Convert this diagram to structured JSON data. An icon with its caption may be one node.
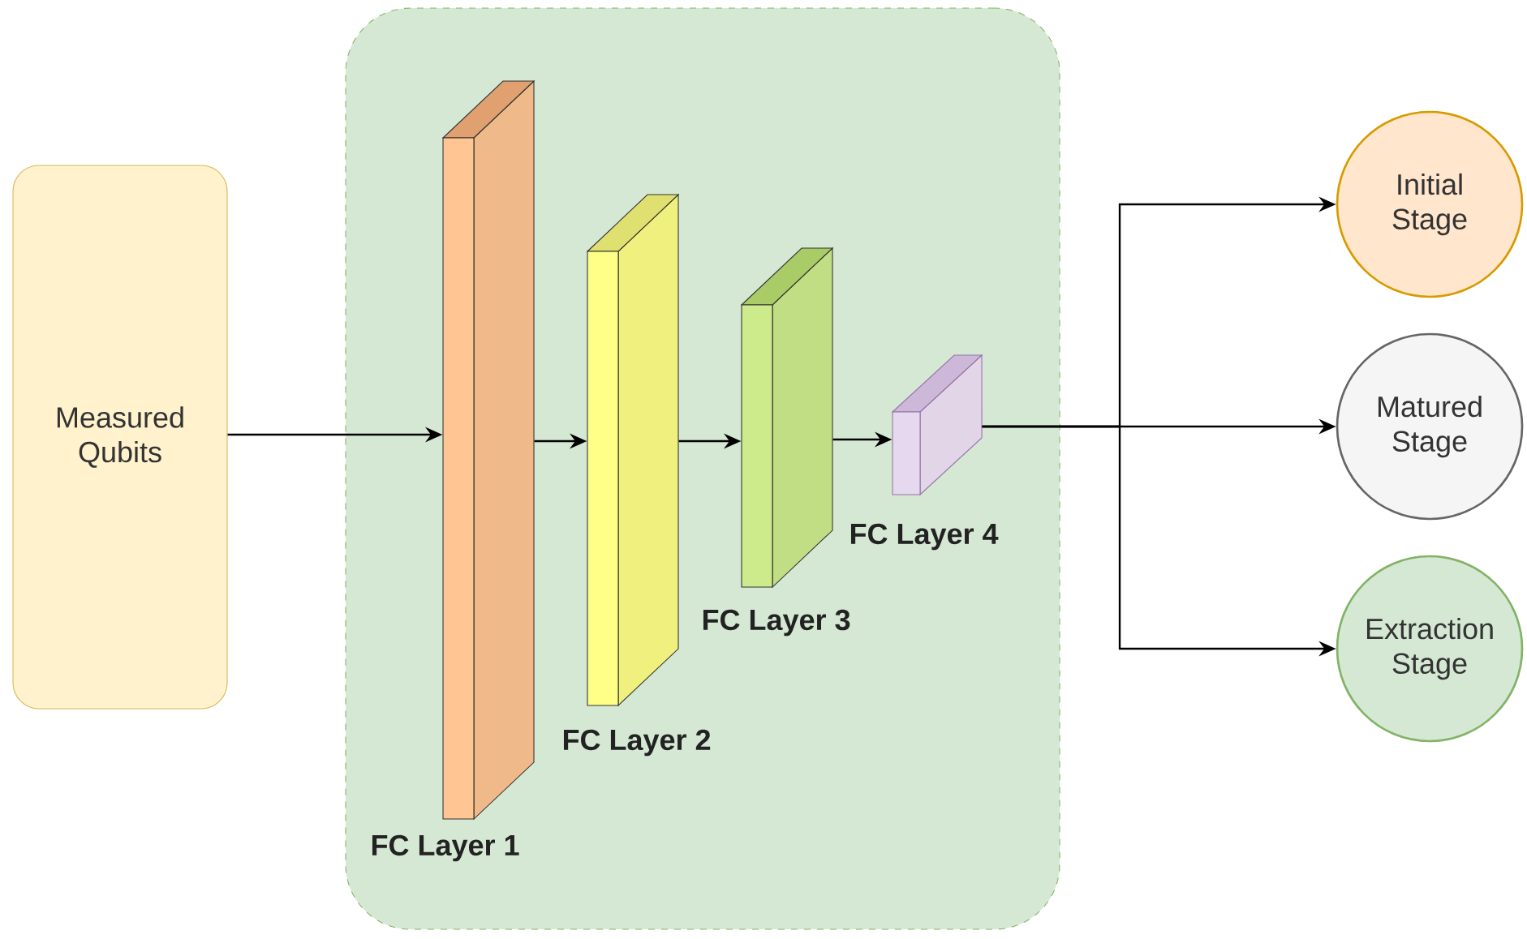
{
  "diagram": {
    "nodes": [
      {
        "text": [
          "Measured Qubits"
        ]
      },
      {
        "text": [],
        "shape": "box"
      },
      {
        "text": [
          "FC Layer 1"
        ],
        "in": 1
      },
      {
        "text": [
          "FC Layer 2"
        ],
        "in": 1
      },
      {
        "text": [
          "FC Layer 3"
        ],
        "in": 1
      },
      {
        "text": [
          "FC Layer 4"
        ],
        "in": 1
      },
      {
        "text": [
          "Initial Stage"
        ]
      },
      {
        "text": [
          "Matured Stage"
        ]
      },
      {
        "text": [
          "Extraction Stage"
        ]
      }
    ],
    "edges": [
      {
        "from": 0,
        "to": 2,
        "arrow": "to"
      },
      {
        "from": 2,
        "to": 3,
        "arrow": "to"
      },
      {
        "from": 3,
        "to": 4,
        "arrow": "to"
      },
      {
        "from": 4,
        "to": 5,
        "arrow": "to"
      },
      {
        "from": 5,
        "to": 6,
        "arrow": "to"
      },
      {
        "from": 5,
        "to": 7,
        "arrow": "to"
      },
      {
        "from": 5,
        "to": 8,
        "arrow": "to"
      }
    ]
  }
}
